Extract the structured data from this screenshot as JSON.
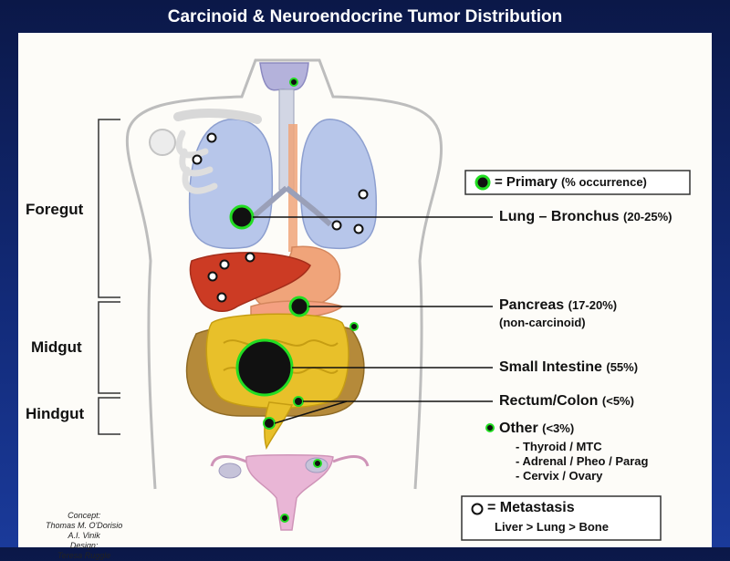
{
  "title": "Carcinoid & Neuroendocrine Tumor Distribution",
  "regions": {
    "foregut": "Foregut",
    "midgut": "Midgut",
    "hindgut": "Hindgut"
  },
  "legend_primary": {
    "label": "= Primary",
    "suffix": "(% occurrence)"
  },
  "sites": {
    "lung": {
      "name": "Lung – Bronchus",
      "pct": "(20-25%)"
    },
    "pancreas": {
      "name": "Pancreas",
      "pct": "(17-20%)",
      "note": "(non-carcinoid)"
    },
    "small_intestine": {
      "name": "Small Intestine",
      "pct": "(55%)"
    },
    "rectum": {
      "name": "Rectum/Colon",
      "pct": "(<5%)"
    },
    "other": {
      "name": "Other",
      "pct": "(<3%)",
      "items": [
        "- Thyroid / MTC",
        "- Adrenal / Pheo / Parag",
        "- Cervix / Ovary"
      ]
    }
  },
  "legend_metastasis": {
    "label": "= Metastasis",
    "detail": "Liver > Lung > Bone"
  },
  "credits": {
    "concept_label": "Concept:",
    "concept_names": [
      "Thomas M. O'Dorisio",
      "A.I. Vinik"
    ],
    "design_label": "Design:",
    "design_names": [
      "Teresa Ruggle"
    ]
  },
  "colors": {
    "primary_dot": "#111111",
    "primary_ring": "#22dd22",
    "metastasis_ring": "#111111",
    "lung": "#b7c6ea",
    "liver": "#cc3b24",
    "stomach": "#f0a47a",
    "intestine": "#e8c02a",
    "colon": "#b58a3a",
    "uterus": "#e9b6d6"
  }
}
